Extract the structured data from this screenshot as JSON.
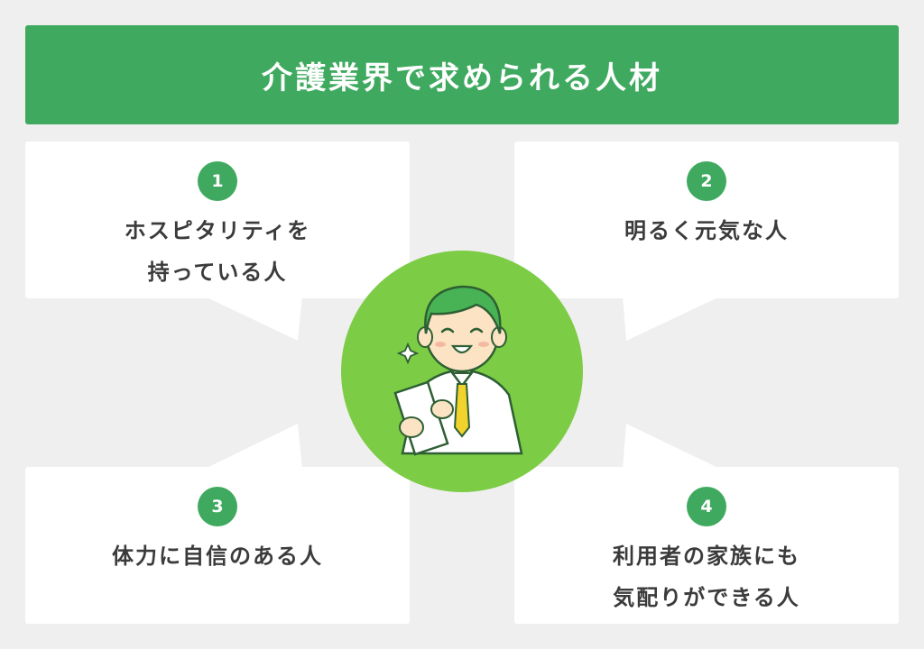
{
  "header": {
    "title": "介護業界で求められる人材"
  },
  "items": [
    {
      "number": "1",
      "line1": "ホスピタリティを",
      "line2": "持っている人"
    },
    {
      "number": "2",
      "line1": "明るく元気な人",
      "line2": ""
    },
    {
      "number": "3",
      "line1": "体力に自信のある人",
      "line2": ""
    },
    {
      "number": "4",
      "line1": "利用者の家族にも",
      "line2": "気配りができる人"
    }
  ],
  "colors": {
    "accent_green": "#3faa5f",
    "circle_green": "#7ccc45",
    "background": "#efefef",
    "card": "#ffffff",
    "text": "#3b3b3b"
  },
  "icons": [
    "sparkle-icon",
    "smiling-staff-illustration"
  ]
}
